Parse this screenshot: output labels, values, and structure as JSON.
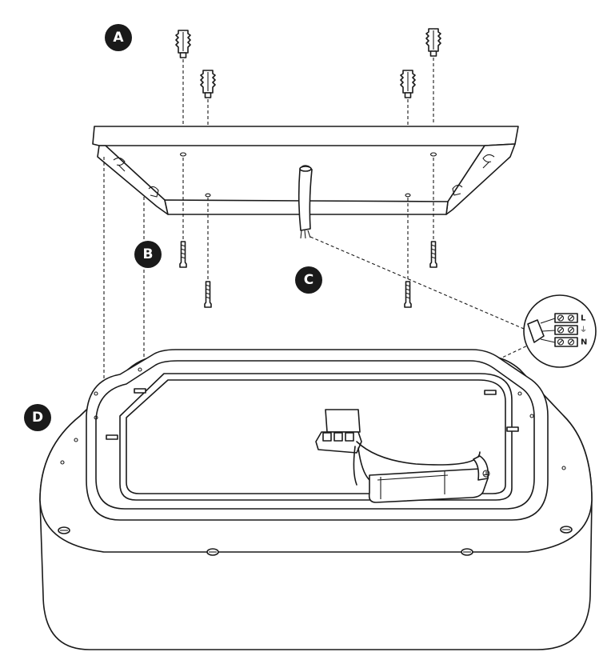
{
  "step_labels": {
    "a": "A",
    "b": "B",
    "c": "C",
    "d": "D"
  },
  "terminal_labels": {
    "live": "L",
    "earth": "⏚",
    "neutral": "N"
  },
  "colors": {
    "line": "#1a1a1a",
    "badge": "#1a1a1a",
    "background": "#ffffff"
  }
}
